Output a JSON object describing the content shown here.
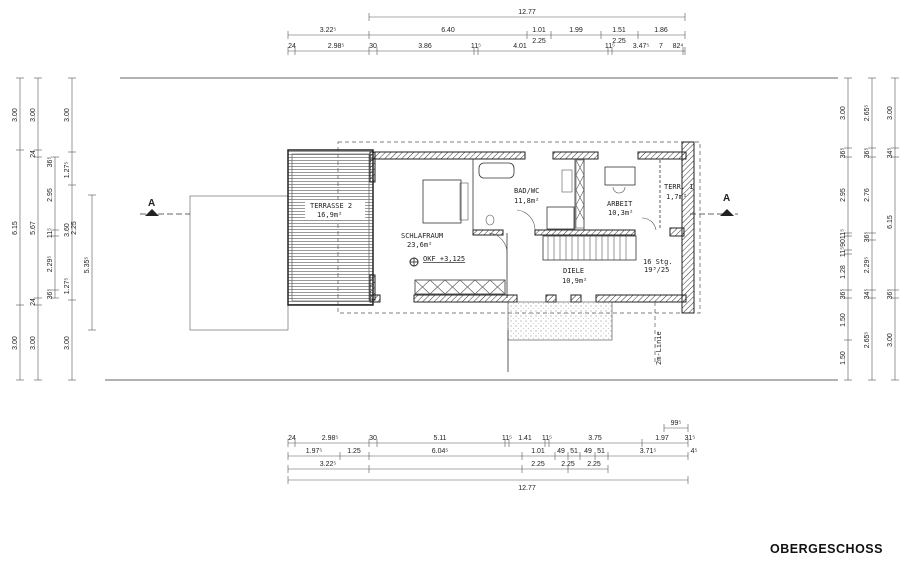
{
  "title": "OBERGESCHOSS",
  "section_marker": "A",
  "rooms": {
    "terrasse2": {
      "name": "TERRASSE 2",
      "area": "16,9m²"
    },
    "schlafraum": {
      "name": "SCHLAFRAUM",
      "area": "23,6m²"
    },
    "okf": "OKF +3,125",
    "bad": {
      "name": "BAD/WC",
      "area": "11,8m²"
    },
    "arbeit": {
      "name": "ARBEIT",
      "area": "10,3m²"
    },
    "terr1": {
      "name": "TERR. 1",
      "area": "1,7m²"
    },
    "diele": {
      "name": "DIELE",
      "area": "10,9m²"
    },
    "stairs": {
      "steps": "16 Stg.",
      "ratio": "19³/25"
    }
  },
  "line_label": "2m-Linie",
  "dimensions": {
    "top": [
      "12.77",
      "3.22⁵",
      "6.40",
      "1.01",
      "1.99",
      "1.51",
      "1.86",
      "2.25",
      "2.25",
      "24",
      "2.98⁵",
      "30",
      "3.86",
      "11⁵",
      "4.01",
      "11⁵",
      "3.47⁵",
      "7",
      "82⁴"
    ],
    "bottom": [
      "99⁵",
      "24",
      "2.98⁵",
      "30",
      "5.11",
      "11⁵",
      "1.41",
      "11⁵",
      "3.75",
      "1.97",
      "31⁵",
      "1.97⁵",
      "1.25",
      "6.04⁵",
      "1.01",
      "49",
      "51",
      "49",
      "51",
      "3.71⁵",
      "4⁵",
      "3.22⁵",
      "2.25",
      "2.25",
      "2.25",
      "12.77"
    ],
    "left": [
      "3.00",
      "6.15",
      "3.00",
      "3.00",
      "24",
      "5.67",
      "24",
      "3.00",
      "36⁵",
      "2.95",
      "11⁵",
      "2.29⁵",
      "36⁵",
      "3.00",
      "1.27⁵",
      "3.60",
      "2.25",
      "1.27⁵",
      "3.00",
      "5.35⁵"
    ],
    "right": [
      "3.00",
      "36⁵",
      "2.95",
      "11⁵",
      "90",
      "11⁵",
      "1.28",
      "36⁵",
      "1.50",
      "1.50",
      "2.65⁵",
      "36⁵",
      "2.76",
      "36⁵",
      "2.29⁵",
      "34⁵",
      "2.65⁵",
      "3.00",
      "34⁵",
      "6.15",
      "36⁵",
      "3.00"
    ]
  }
}
